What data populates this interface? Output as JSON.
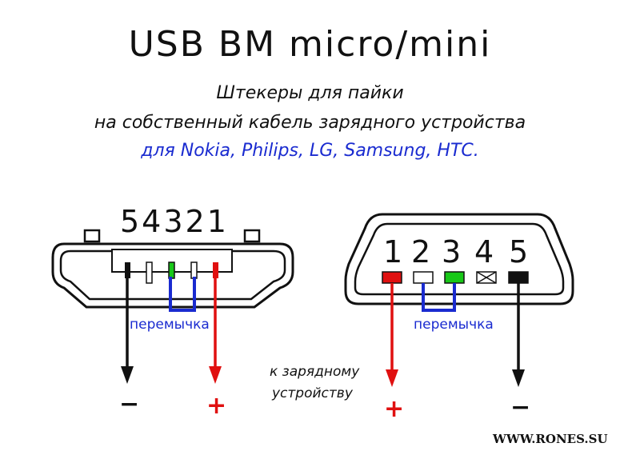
{
  "title": "USB BM micro/mini",
  "subtitle_1": "Штекеры для пайки",
  "subtitle_2": "на собственный кабель зарядного устройства",
  "subtitle_3": "для Nokia, Philips, LG, Samsung, HTC.",
  "left_connector": {
    "pin_numbers": "54321",
    "jumper_label": "перемычка",
    "minus_label": "−",
    "plus_label": "+"
  },
  "right_connector": {
    "pin_numbers": [
      "1",
      "2",
      "3",
      "4",
      "5"
    ],
    "jumper_label": "перемычка",
    "plus_label": "+",
    "minus_label": "−"
  },
  "charger_label_1": "к зарядному",
  "charger_label_2": "устройству",
  "watermark": "WWW.RONES.SU",
  "colors": {
    "red": "#e01010",
    "black": "#111111",
    "blue": "#1a2bd0",
    "green": "#18c818"
  }
}
